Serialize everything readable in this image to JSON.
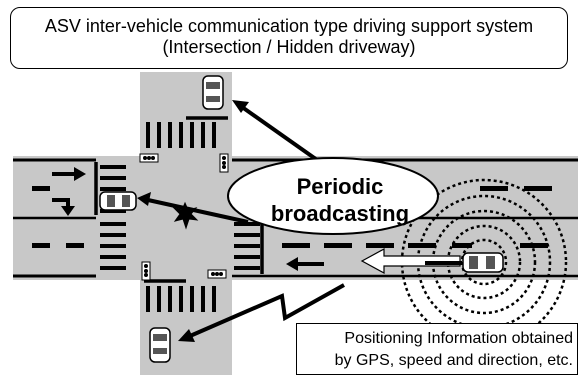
{
  "title": {
    "line1": "ASV inter-vehicle communication type driving support system",
    "line2": "(Intersection / Hidden driveway)"
  },
  "broadcast": {
    "line1": "Periodic",
    "line2": "broadcasting"
  },
  "info": {
    "line1": "Positioning Information obtained",
    "line2": "by GPS, speed and direction, etc."
  },
  "colors": {
    "road": "#c8c8c8",
    "marking": "#000000",
    "background": "#ffffff"
  }
}
